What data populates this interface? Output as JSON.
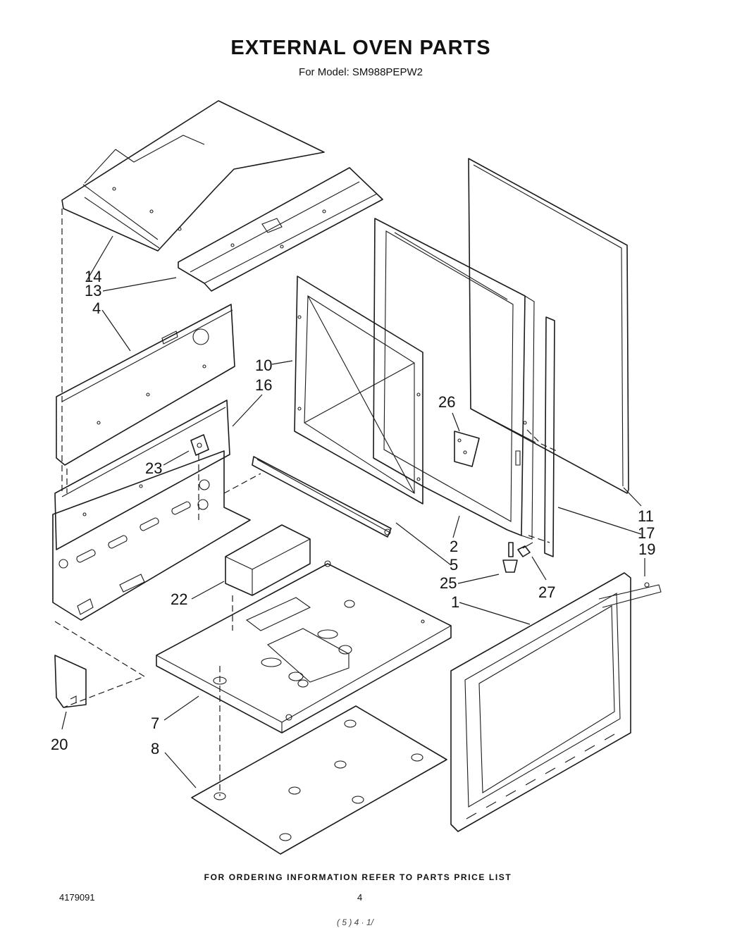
{
  "title": "EXTERNAL OVEN PARTS",
  "subtitle": "For Model: SM988PEPW2",
  "callouts": [
    "14",
    "13",
    "4",
    "10",
    "16",
    "26",
    "23",
    "11",
    "17",
    "2",
    "19",
    "5",
    "25",
    "27",
    "22",
    "1",
    "7",
    "20",
    "8"
  ],
  "footer_note": "FOR ORDERING INFORMATION REFER TO PARTS PRICE LIST",
  "doc_number": "4179091",
  "page_number": "4",
  "handwriting": "( 5 )  4 · 1/"
}
